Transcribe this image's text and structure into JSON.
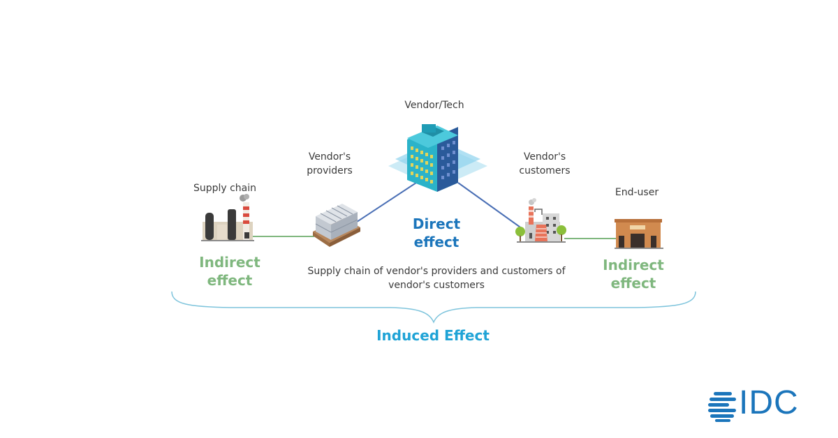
{
  "nodes": {
    "vendor_tech": {
      "label": "Vendor/Tech"
    },
    "vendors_providers": {
      "label_line1": "Vendor's",
      "label_line2": "providers"
    },
    "vendors_customers": {
      "label_line1": "Vendor's",
      "label_line2": "customers"
    },
    "supply_chain": {
      "label": "Supply chain"
    },
    "end_user": {
      "label": "End-user"
    }
  },
  "effects": {
    "direct": {
      "line1": "Direct",
      "line2": "effect"
    },
    "indirect_left": {
      "line1": "Indirect",
      "line2": "effect"
    },
    "indirect_right": {
      "line1": "Indirect",
      "line2": "effect"
    },
    "induced": "Induced Effect"
  },
  "caption": {
    "line1": "Supply chain of vendor's providers and customers of",
    "line2": "vendor's customers"
  },
  "logo": {
    "text": "IDC"
  },
  "colors": {
    "direct_blue": "#1b75bb",
    "indirect_green": "#7fb77e",
    "induced_cyan": "#1fa3d6",
    "logo_blue": "#1b75bb"
  }
}
